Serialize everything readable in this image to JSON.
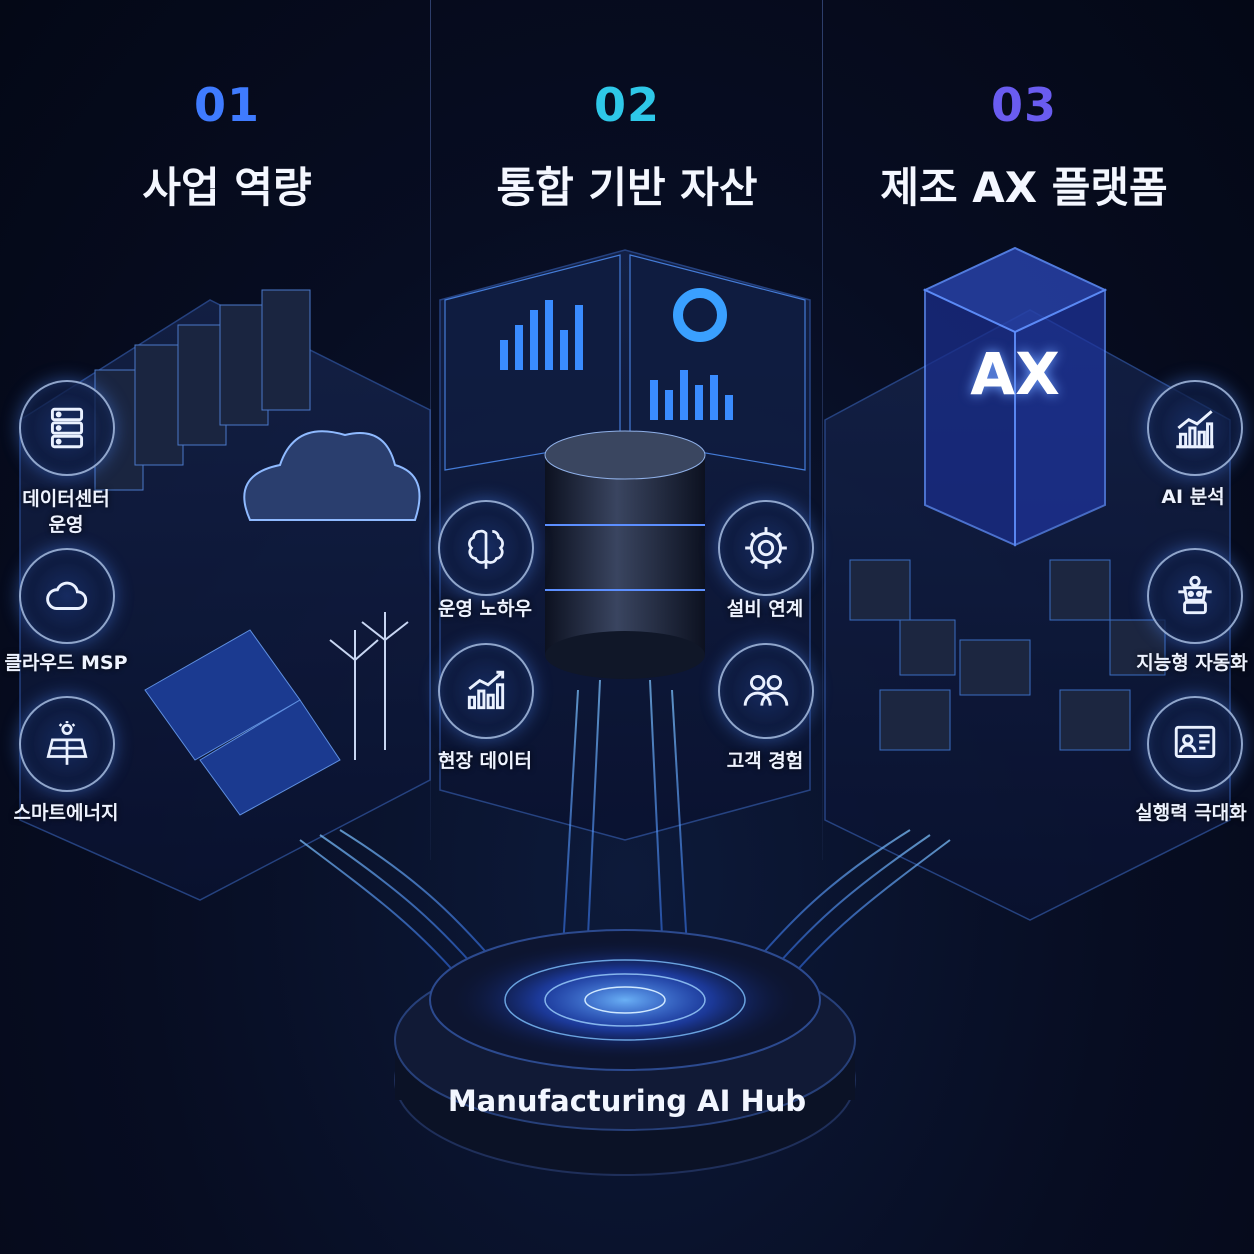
{
  "columns": [
    {
      "number": "01",
      "title": "사업 역량",
      "color": "#3f7bff"
    },
    {
      "number": "02",
      "title": "통합 기반 자산",
      "color": "#2ec8e8"
    },
    {
      "number": "03",
      "title": "제조 AX 플랫폼",
      "color": "#6a5cf0"
    }
  ],
  "left_items": [
    {
      "label": "데이터센터\n운영",
      "icon": "server-icon"
    },
    {
      "label": "클라우드 MSP",
      "icon": "cloud-icon"
    },
    {
      "label": "스마트에너지",
      "icon": "solar-panel-icon"
    }
  ],
  "center_items": [
    {
      "label": "운영 노하우",
      "icon": "brain-icon"
    },
    {
      "label": "설비 연계",
      "icon": "gear-icon"
    },
    {
      "label": "현장 데이터",
      "icon": "chart-icon"
    },
    {
      "label": "고객 경험",
      "icon": "users-icon"
    }
  ],
  "right_items": [
    {
      "label": "AI 분석",
      "icon": "analytics-icon"
    },
    {
      "label": "지능형 자동화",
      "icon": "robot-icon"
    },
    {
      "label": "실행력 극대화",
      "icon": "dashboard-icon"
    }
  ],
  "ax_cube_label": "AX",
  "hub_label": "Manufacturing AI Hub",
  "colors": {
    "accent": "#3a7bff",
    "glow": "#4aa0ff"
  }
}
